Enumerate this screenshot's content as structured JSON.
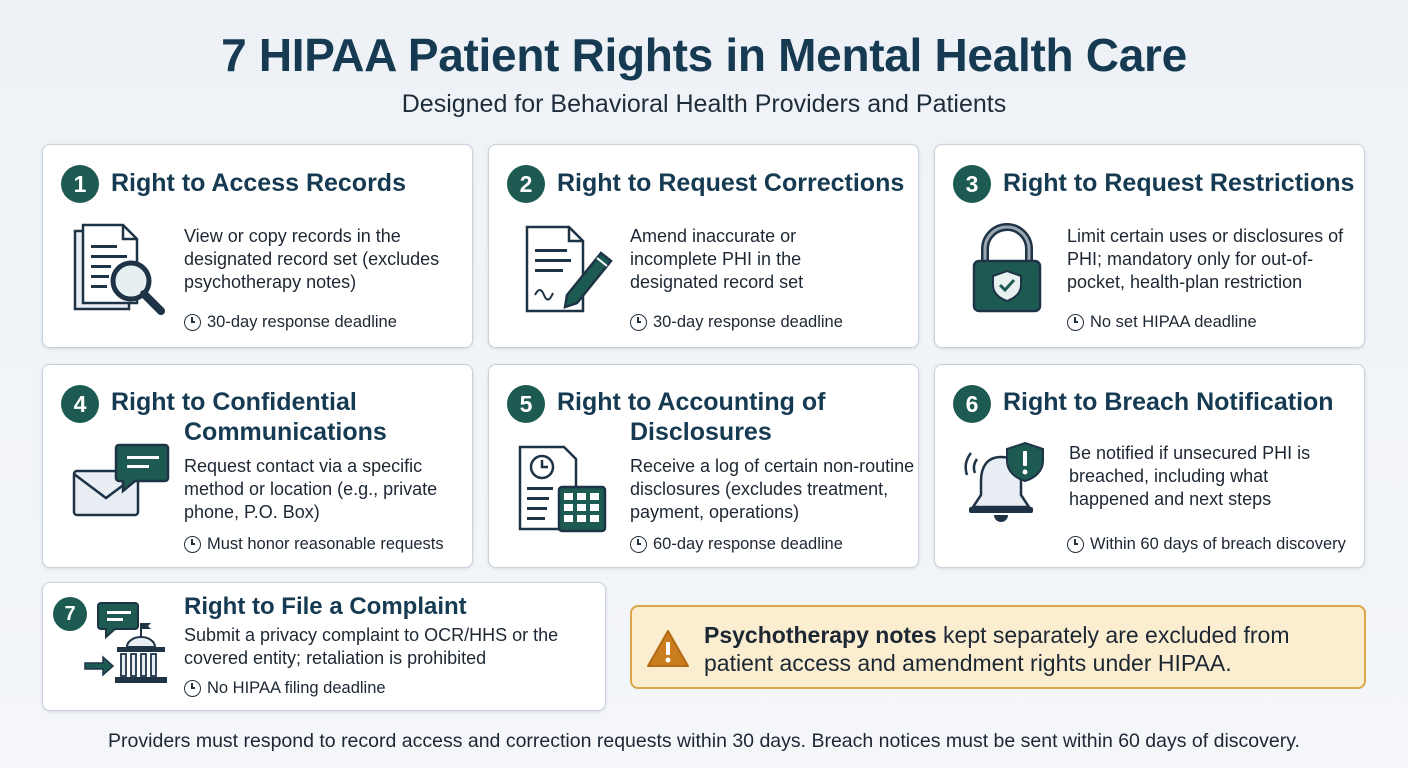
{
  "header": {
    "title": "7 HIPAA Patient Rights in Mental Health Care",
    "subtitle": "Designed for Behavioral Health Providers and Patients"
  },
  "rights": [
    {
      "number": "1",
      "title": "Right to Access Records",
      "description": "View or copy records in the designated record set (excludes psychotherapy notes)",
      "deadline": "30-day response deadline",
      "icon": "document-magnifier-icon"
    },
    {
      "number": "2",
      "title": "Right to Request Corrections",
      "description": "Amend inaccurate or incomplete PHI in the designated record set",
      "deadline": "30-day response deadline",
      "icon": "document-pencil-icon"
    },
    {
      "number": "3",
      "title": "Right to Request Restrictions",
      "description": "Limit certain uses or disclosures of PHI; mandatory only for out-of-pocket, health-plan restriction",
      "deadline": "No set HIPAA deadline",
      "icon": "padlock-shield-icon"
    },
    {
      "number": "4",
      "title_line1": "Right to Confidential",
      "title_line2": "Communications",
      "description": "Request contact via a specific method or location (e.g., private phone, P.O. Box)",
      "deadline": "Must honor reasonable requests",
      "icon": "envelope-chat-icon"
    },
    {
      "number": "5",
      "title_line1": "Right to Accounting of",
      "title_line2": "Disclosures",
      "description": "Receive a log of certain non-routine disclosures (excludes treatment, payment, operations)",
      "deadline": "60-day response deadline",
      "icon": "log-calendar-icon"
    },
    {
      "number": "6",
      "title": "Right to Breach Notification",
      "description": "Be notified if unsecured PHI is breached, including what happened and next steps",
      "deadline": "Within 60 days of breach discovery",
      "icon": "bell-alert-icon"
    },
    {
      "number": "7",
      "title": "Right to File a Complaint",
      "description": "Submit a privacy complaint to OCR/HHS or the covered entity; retaliation is prohibited",
      "deadline": "No HIPAA filing deadline",
      "icon": "government-building-icon"
    }
  ],
  "warning": {
    "bold": "Psychotherapy notes",
    "text": " kept separately are excluded from patient access and amendment rights under HIPAA."
  },
  "footer": "Providers must respond to record access and correction requests within 30 days. Breach notices must be sent within 60 days of discovery.",
  "colors": {
    "badge": "#1c5a52",
    "title": "#163a52",
    "warning_bg": "#fbeed0",
    "warning_border": "#d9a64a"
  }
}
